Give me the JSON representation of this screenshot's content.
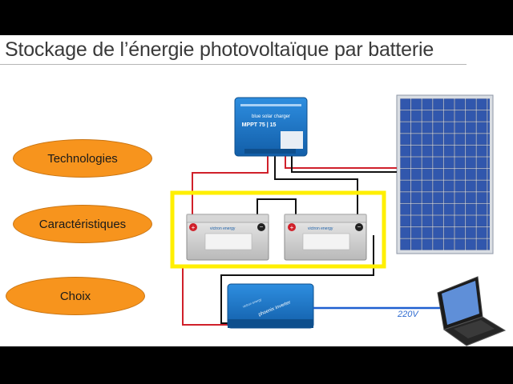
{
  "title": "Stockage de l’énergie photovoltaïque par batterie",
  "topics": [
    {
      "label": "Technologies"
    },
    {
      "label": "Caractéristiques"
    },
    {
      "label": "Choix"
    }
  ],
  "controller": {
    "brand": "blue solar charger",
    "model": "MPPT 75 | 15"
  },
  "batteries": [
    {
      "brand": "victron energy"
    },
    {
      "brand": "victron energy"
    }
  ],
  "inverter": {
    "brand": "victron energy",
    "name": "phoenix inverter"
  },
  "ac_label": "220V",
  "colors": {
    "topic_fill": "#f7941d",
    "highlight": "#ffef00",
    "wire_positive": "#d0202a",
    "wire_negative": "#111111",
    "device_blue": "#1b76c5",
    "panel_blue": "#2c4fa3",
    "ac_line": "#1f5fd0"
  }
}
